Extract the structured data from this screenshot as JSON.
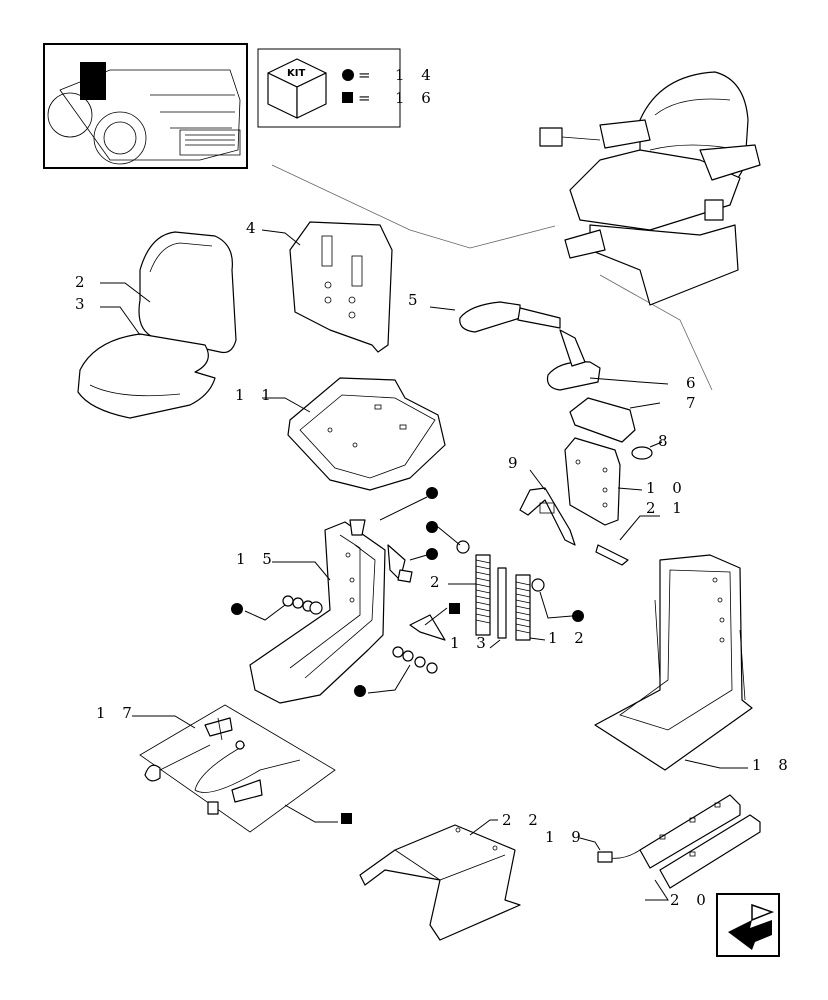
{
  "kit": {
    "box_label": "KIT",
    "legend": [
      {
        "symbol": "circle",
        "eq": "=",
        "value": "1 4"
      },
      {
        "symbol": "square",
        "eq": "=",
        "value": "1 6"
      }
    ]
  },
  "callouts": {
    "c2": "2",
    "c3": "3",
    "c4": "4",
    "c5": "5",
    "c6": "6",
    "c7": "7",
    "c8": "8",
    "c9": "9",
    "c10": "1 0",
    "c21": "2 1",
    "c11": "1 1",
    "c15": "1 5",
    "c2b": "2",
    "c13": "1 3",
    "c12": "1 2",
    "c17": "1 7",
    "c18": "1 8",
    "c22": "2 2",
    "c19": "1 9",
    "c20": "2 0"
  },
  "icons": [
    "tractor-thumbnail-icon",
    "kit-box-icon",
    "nav-arrow-icon"
  ]
}
